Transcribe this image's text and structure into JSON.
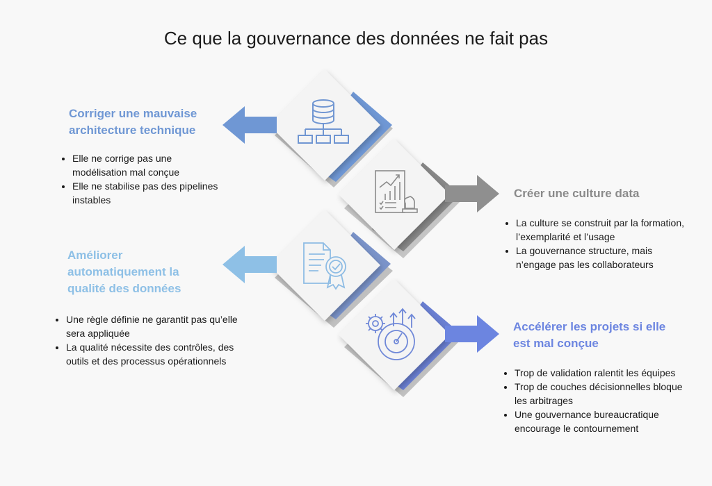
{
  "title": "Ce que la gouvernance des données ne fait pas",
  "colors": {
    "blue_1": "#6f97d4",
    "gray_2": "#8a8a8a",
    "blue_3": "#8ec0e6",
    "blue_4": "#6c85e0",
    "card_face": "#f4f4f4",
    "icon_stroke_blue": "#7096d2",
    "icon_stroke_gray": "#8a8a8a"
  },
  "items": [
    {
      "heading": "Corriger une mauvaise architecture technique",
      "icon": "database-hierarchy-icon",
      "bullets": [
        "Elle ne corrige pas une modélisation mal conçue",
        "Elle ne stabilise pas des pipelines instables"
      ]
    },
    {
      "heading": "Créer une culture data",
      "icon": "report-chess-strategy-icon",
      "bullets": [
        "La culture se construit par la formation, l’exemplarité et l’usage",
        "La gouvernance structure, mais n’engage pas les collaborateurs"
      ]
    },
    {
      "heading": "Améliorer automatiquement la qualité des données",
      "icon": "certificate-document-icon",
      "bullets": [
        "Une règle définie ne garantit pas qu’elle sera appliquée",
        "La qualité nécessite des contrôles, des outils et des processus opérationnels"
      ]
    },
    {
      "heading": "Accélérer les projets si elle est mal conçue",
      "icon": "gear-speedometer-icon",
      "bullets": [
        "Trop de validation ralentit les équipes",
        "Trop de couches décisionnelles bloque les arbitrages",
        "Une gouvernance bureaucratique encourage le contournement"
      ]
    }
  ]
}
